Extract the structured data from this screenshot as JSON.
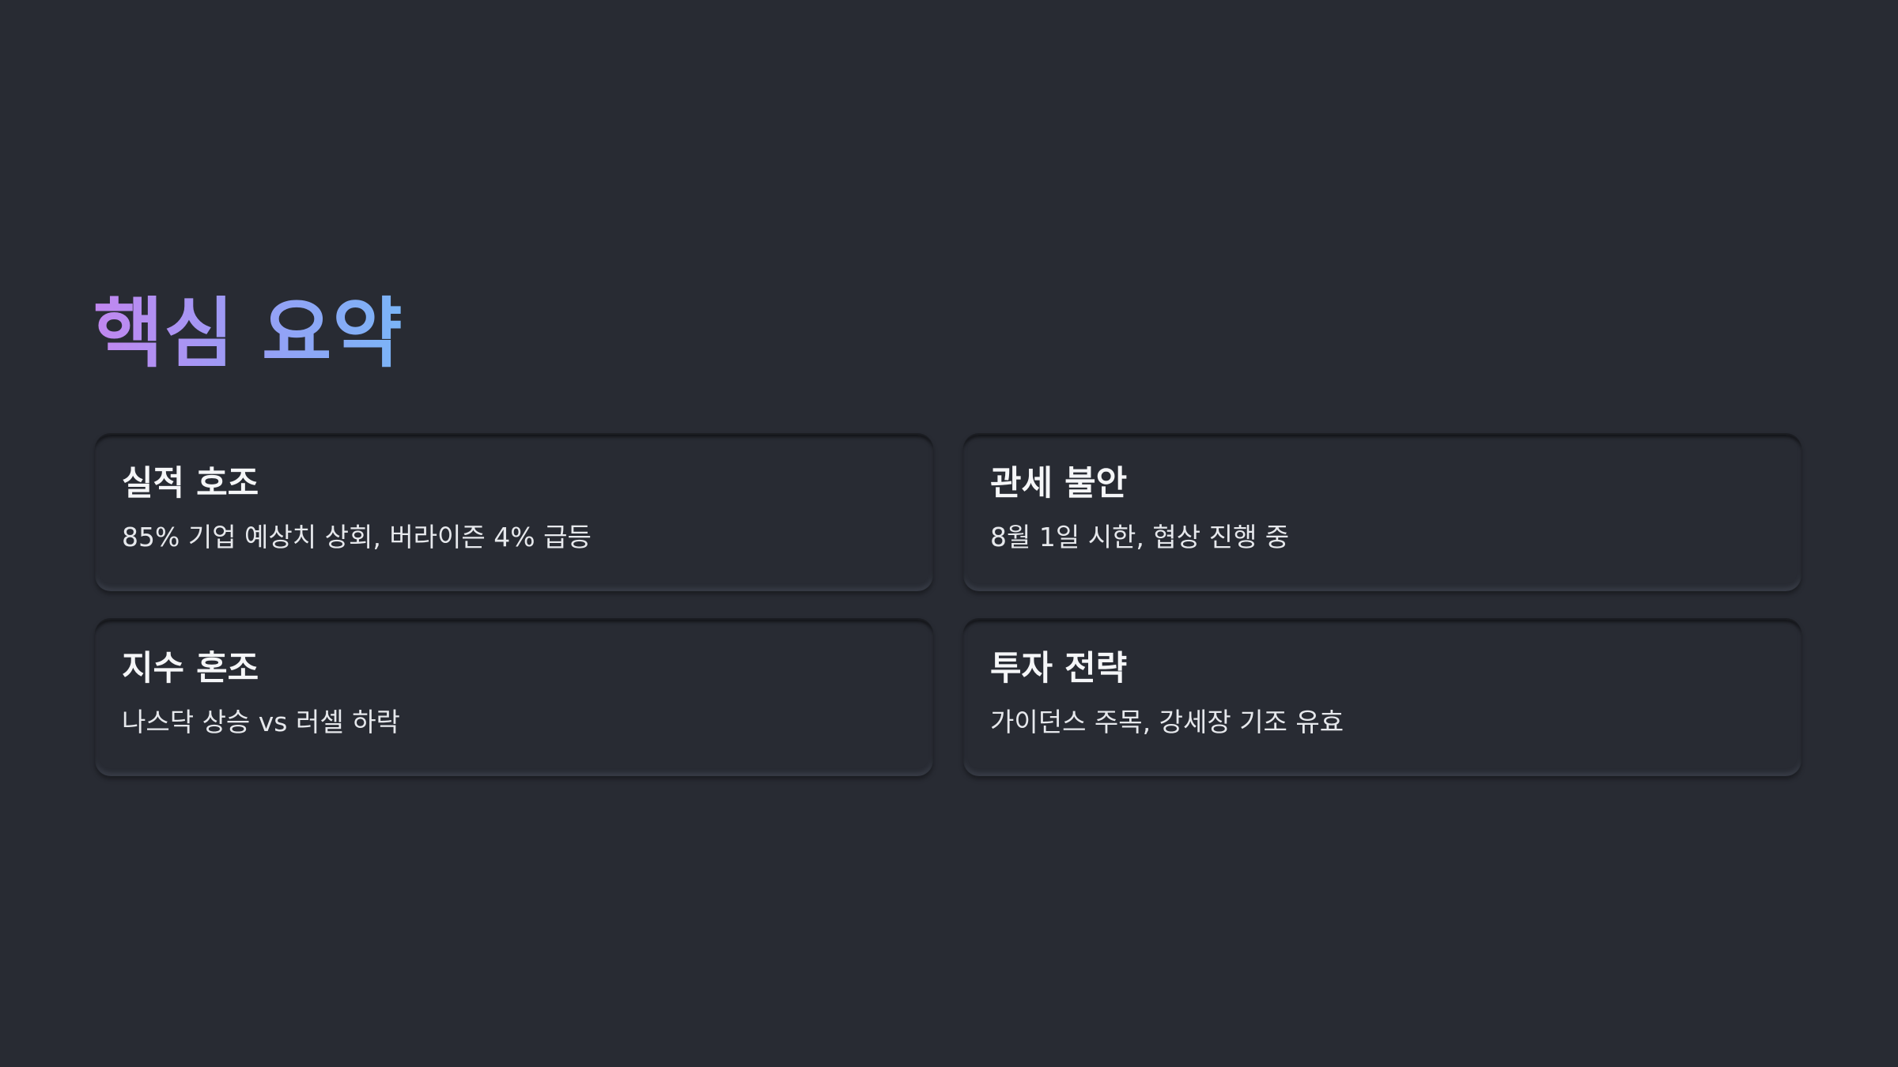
{
  "slide": {
    "title": "핵심 요약",
    "title_gradient": [
      "#c287f0",
      "#7ab5f7"
    ],
    "background": "#282b33",
    "cards": [
      {
        "title": "실적 호조",
        "text": "85% 기업 예상치 상회, 버라이즌 4% 급등"
      },
      {
        "title": "관세 불안",
        "text": "8월 1일 시한, 협상 진행 중"
      },
      {
        "title": "지수 혼조",
        "text": "나스닥 상승 vs 러셀 하락"
      },
      {
        "title": "투자 전략",
        "text": "가이던스 주목, 강세장 기조 유효"
      }
    ]
  }
}
